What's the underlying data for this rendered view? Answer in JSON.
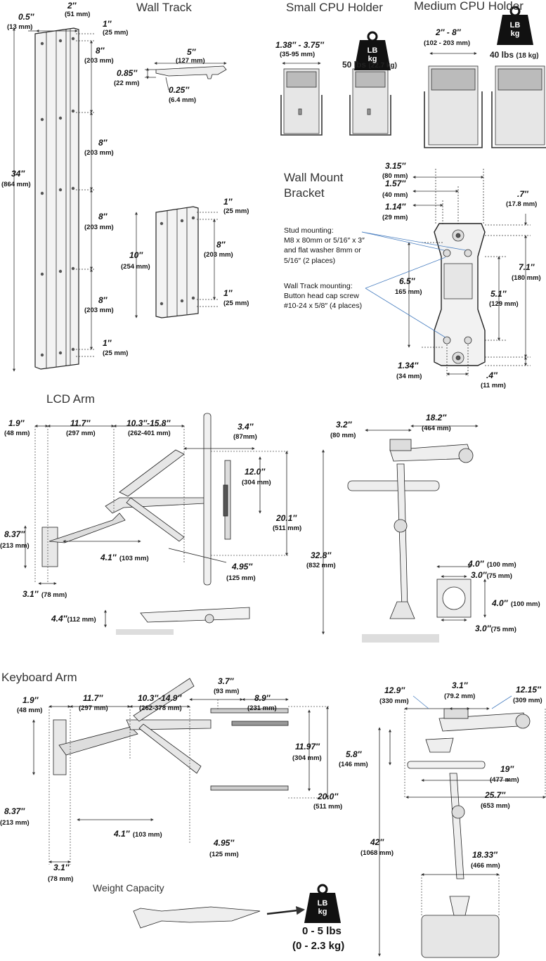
{
  "titles": {
    "wall_track": "Wall Track",
    "small_cpu": "Small CPU Holder",
    "medium_cpu": "Medium CPU Holder",
    "wall_mount_bracket_1": "Wall Mount",
    "wall_mount_bracket_2": "Bracket",
    "lcd_arm": "LCD Arm",
    "keyboard_arm": "Keyboard Arm",
    "weight_capacity": "Weight Capacity"
  },
  "weight_icon": {
    "line1": "LB",
    "line2": "kg"
  },
  "wall_track": {
    "d_05": "0.5″",
    "d_05_mm": "(13 mm)",
    "d_2": "2″",
    "d_2_mm": "(51 mm)",
    "d_1a": "1″",
    "d_1a_mm": "(25 mm)",
    "d_8a": "8″",
    "d_8a_mm": "(203 mm)",
    "d_8b": "8″",
    "d_8b_mm": "(203 mm)",
    "d_8c": "8″",
    "d_8c_mm": "(203 mm)",
    "d_8d": "8″",
    "d_8d_mm": "(203 mm)",
    "d_1b": "1″",
    "d_1b_mm": "(25 mm)",
    "d_34": "34″",
    "d_34_mm": "(864 mm)",
    "d_5": "5″",
    "d_5_mm": "(127 mm)",
    "d_085": "0.85″",
    "d_085_mm": "(22 mm)",
    "d_025": "0.25″",
    "d_025_mm": "(6.4 mm)",
    "d_10": "10″",
    "d_10_mm": "(254 mm)",
    "s_1a": "1″",
    "s_1a_mm": "(25 mm)",
    "s_8": "8″",
    "s_8_mm": "(203 mm)",
    "s_1b": "1″",
    "s_1b_mm": "(25 mm)"
  },
  "small_cpu": {
    "width": "1.38″ - 3.75″",
    "width_mm": "(35-95 mm)",
    "capacity": "50 lbs",
    "capacity_kg": "(22.7 kg)"
  },
  "medium_cpu": {
    "width": "2″ - 8″",
    "width_mm": "(102 - 203 mm)",
    "capacity": "40 lbs",
    "capacity_kg": "(18 kg)"
  },
  "bracket": {
    "d_315": "3.15″",
    "d_315_mm": "(80 mm)",
    "d_157": "1.57″",
    "d_157_mm": "(40 mm)",
    "d_114": "1.14″",
    "d_114_mm": "(29 mm)",
    "d_07": ".7″",
    "d_07_mm": "(17.8 mm)",
    "d_71": "7.1″",
    "d_71_mm": "(180 mm)",
    "d_65": "6.5″",
    "d_65_mm": "165 mm)",
    "d_51": "5.1″",
    "d_51_mm": "(129 mm)",
    "d_134": "1.34″",
    "d_134_mm": "(34 mm)",
    "d_04": ".4″",
    "d_04_mm": "(11 mm)",
    "stud_note": "Stud mounting:\nM8 x 80mm or 5/16″ x 3″\nand flat washer 8mm or\n5/16″ (2 places)",
    "track_note": "Wall Track mounting:\nButton head cap screw\n#10-24 x 5/8″ (4 places)"
  },
  "lcd_arm": {
    "d_19": "1.9″",
    "d_19_mm": "(48 mm)",
    "d_117": "11.7″",
    "d_117_mm": "(297 mm)",
    "d_103": "10.3″-15.8″",
    "d_103_mm": "(262-401 mm)",
    "d_34": "3.4″",
    "d_34_mm": "(87mm)",
    "d_12": "12.0″",
    "d_12_mm": "(304 mm)",
    "d_201": "20.1″",
    "d_201_mm": "(511 mm)",
    "d_837": "8.37″",
    "d_837_mm": "(213 mm)",
    "d_41": "4.1″",
    "d_41_mm": "(103 mm)",
    "d_495": "4.95″",
    "d_495_mm": "(125 mm)",
    "d_31": "3.1″",
    "d_31_mm": "(78 mm)",
    "d_44": "4.4″",
    "d_44_mm": "(112 mm)",
    "t_32": "3.2″",
    "t_32_mm": "(80 mm)",
    "t_182": "18.2″",
    "t_182_mm": "(464 mm)",
    "t_328": "32.8″",
    "t_328_mm": "(832 mm)",
    "v_40a": "4.0″",
    "v_40a_mm": "(100 mm)",
    "v_30a": "3.0″",
    "v_30a_mm": "(75 mm)",
    "v_40b": "4.0″",
    "v_40b_mm": "(100 mm)",
    "v_30b": "3.0″",
    "v_30b_mm": "(75 mm)"
  },
  "keyboard_arm": {
    "d_19": "1.9″",
    "d_19_mm": "(48 mm)",
    "d_117": "11.7″",
    "d_117_mm": "(297 mm)",
    "d_103": "10.3″-14.9″",
    "d_103_mm": "(262-378 mm)",
    "d_37": "3.7″",
    "d_37_mm": "(93 mm)",
    "d_89": "8.9″",
    "d_89_mm": "(231 mm)",
    "d_1197": "11.97″",
    "d_1197_mm": "(304 mm)",
    "d_20": "20.0″",
    "d_20_mm": "(511 mm)",
    "d_837": "8.37″",
    "d_837_mm": "(213 mm)",
    "d_41": "4.1″",
    "d_41_mm": "(103 mm)",
    "d_495": "4.95″",
    "d_495_mm": "(125 mm)",
    "d_31": "3.1″",
    "d_31_mm": "(78 mm)",
    "t_129": "12.9″",
    "t_129_mm": "(330 mm)",
    "t_31": "3.1″",
    "t_31_mm": "(79.2 mm)",
    "t_1215": "12.15″",
    "t_1215_mm": "(309 mm)",
    "t_58": "5.8″",
    "t_58_mm": "(146 mm)",
    "t_19": "19″",
    "t_19_mm": "(477 mm)",
    "t_257": "25.7″",
    "t_257_mm": "(653 mm)",
    "t_42": "42″",
    "t_42_mm": "(1068 mm)",
    "t_1833": "18.33″",
    "t_1833_mm": "(466 mm)",
    "capacity": "0 - 5 lbs",
    "capacity_kg": "(0 - 2.3 kg)"
  }
}
